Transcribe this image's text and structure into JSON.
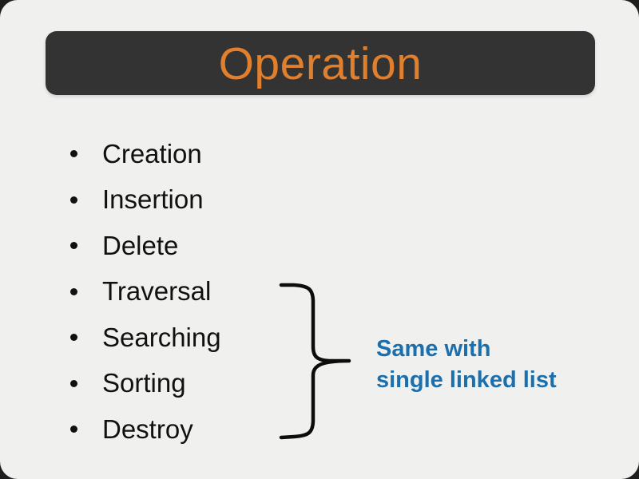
{
  "slide": {
    "title": "Operation",
    "bullets": [
      "Creation",
      "Insertion",
      "Delete",
      "Traversal",
      "Searching",
      "Sorting",
      "Destroy"
    ],
    "annotation": {
      "line1": "Same with",
      "line2": "single linked list"
    },
    "colors": {
      "slide_bg": "#f0f0ef",
      "title_bar": "#333333",
      "title_text": "#e07f2e",
      "body_text": "#111111",
      "annotation_text": "#1c6fad",
      "brace": "#0d0d0d"
    }
  }
}
